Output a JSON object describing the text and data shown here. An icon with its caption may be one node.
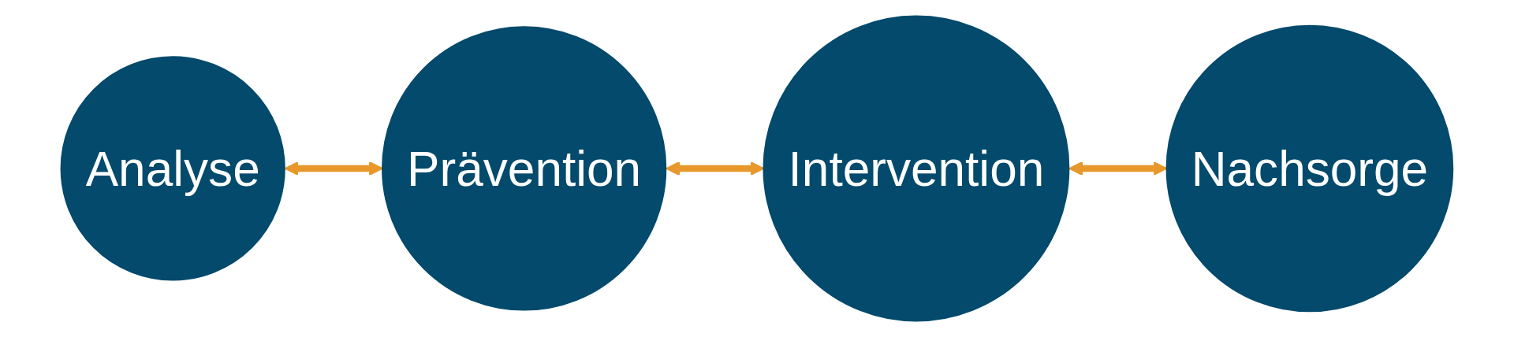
{
  "diagram": {
    "nodes": [
      {
        "text": [
          "Analyse"
        ]
      },
      {
        "text": [
          "Prävention"
        ]
      },
      {
        "text": [
          "Intervention"
        ]
      },
      {
        "text": [
          "Nachsorge"
        ]
      }
    ],
    "edges": [
      {
        "from": 0,
        "to": 1,
        "arrow": "both"
      },
      {
        "from": 1,
        "to": 2,
        "arrow": "both"
      },
      {
        "from": 2,
        "to": 3,
        "arrow": "both"
      }
    ]
  }
}
